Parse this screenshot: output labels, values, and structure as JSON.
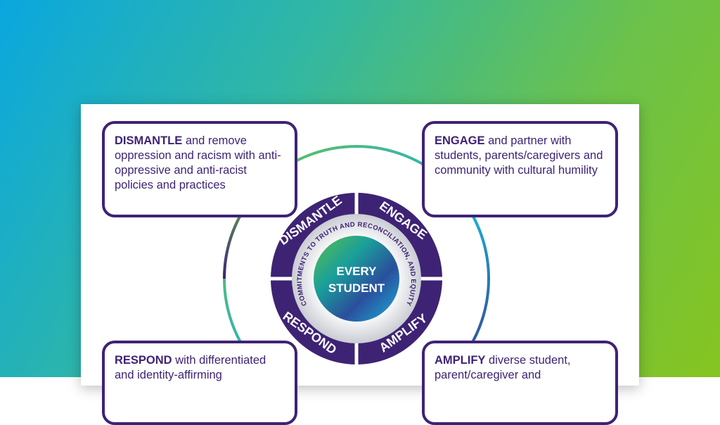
{
  "background": {
    "gradient": [
      "#0aa7df",
      "#6cc24a",
      "#86c420"
    ]
  },
  "colors": {
    "primary": "#3e2375",
    "ring_green": "#6cc24a",
    "ring_blue": "#1ab0d8"
  },
  "boxes": {
    "dismantle": {
      "keyword": "DISMANTLE",
      "text": " and remove oppression and racism with anti-oppressive and anti-racist policies and practices"
    },
    "engage": {
      "keyword": "ENGAGE",
      "text": " and partner with students, parents/caregivers and community with cultural humility"
    },
    "respond": {
      "keyword": "RESPOND",
      "text": " with differentiated and identity-affirming"
    },
    "amplify": {
      "keyword": "AMPLIFY",
      "text": " diverse student, parent/caregiver and"
    }
  },
  "wheel": {
    "segments": [
      "DISMANTLE",
      "ENGAGE",
      "AMPLIFY",
      "RESPOND"
    ],
    "ring_text": "COMMITMENTS TO TRUTH AND RECONCILIATION, AND EQUITY",
    "center_line1": "EVERY",
    "center_line2": "STUDENT"
  }
}
